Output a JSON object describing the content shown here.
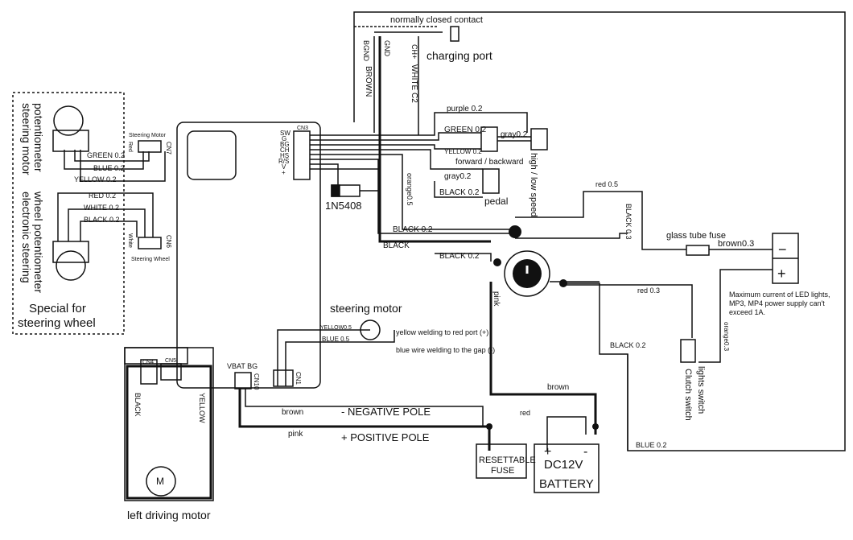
{
  "labels": {
    "normally_closed": "normally closed contact",
    "charging_port": "charging port",
    "bgnd": "BGND",
    "gnd": "GND",
    "ch_plus": "CH+",
    "brown": "BROWN",
    "white_c2": "WHITE C2",
    "purple": "purple 0.2",
    "green_top": "GREEN 0.2",
    "gray_top": "gray0.2",
    "yellow_mid": "YELLOW 0.2",
    "forward_backward": "forward / backward",
    "high_low": "high / low speed",
    "gray_pedal": "gray0.2",
    "black_pedal": "BLACK 0.2",
    "pedal": "pedal",
    "orange_left": "orange0.5",
    "red05": "red 0.5",
    "black03": "BLACK 0.3",
    "black02_main": "BLACK 0.2",
    "black_main": "BLACK",
    "black02_switch": "BLACK 0.2",
    "diode": "1N5408",
    "cn3": "CN3",
    "cn3_pins": [
      "SW",
      "G",
      "BG",
      "CH",
      "HS",
      "R/S",
      "V",
      "+"
    ],
    "pink": "pink",
    "red03": "red 0.3",
    "black02_lights": "BLACK 0.2",
    "orange03": "orange0.3",
    "lights_switch": "lights switch",
    "clutch_switch": "Clutch switch",
    "blue02": "BLUE 0.2",
    "glass_fuse": "glass tube fuse",
    "brown03": "brown0.3",
    "minus": "−",
    "plus": "+",
    "max_current": [
      "Maximum current of LED lights,",
      "MP3, MP4 power supply can't",
      "exceed 1A."
    ],
    "steering_motor_title": "steering motor",
    "yellow05": "YELLOW0.5",
    "blue05": "BLUE 0.5",
    "yellow_weld": "yellow welding to red port  (+)",
    "blue_weld": "blue wire welding to the gap  (-)",
    "vbat_bg": "VBAT  BG",
    "cn10": "CN10",
    "cn1": "CN1",
    "brown_low": "brown",
    "negative_pole": "- NEGATIVE POLE",
    "pink_low": "pink",
    "positive_pole": "+ POSITIVE POLE",
    "brown_right": "brown",
    "red_batt": "red",
    "resettable_fuse": [
      "RESETTABLE",
      "FUSE"
    ],
    "dc12v": "DC12V",
    "battery": "BATTERY",
    "batt_plus": "+",
    "batt_minus": "-",
    "cn4": "CN4",
    "cn5": "CN5",
    "black_motor": "BLACK",
    "yellow_motor": "YELLOW",
    "motor_m": "M",
    "left_driving_motor": "left driving motor",
    "steering_motor_pot": [
      "steering motor",
      "potentiometer"
    ],
    "green02": "GREEN 0.2",
    "blue02_pot": "BLUE 0.2",
    "yellow02": "YELLOW 0.2",
    "red02": "RED 0.2",
    "white02": "WHITE 0.2",
    "black02_pot": "BLACK 0.2",
    "electronic_steering": [
      "electronic steering",
      "wheel potentiometer"
    ],
    "special_for": [
      "Special for",
      "steering wheel"
    ],
    "cn7_label": "Steering Motor",
    "cn7": "CN7",
    "red_cn7": "Red",
    "cn6_label": "Steering Wheel",
    "cn6": "CN6",
    "white_cn6": "White"
  }
}
